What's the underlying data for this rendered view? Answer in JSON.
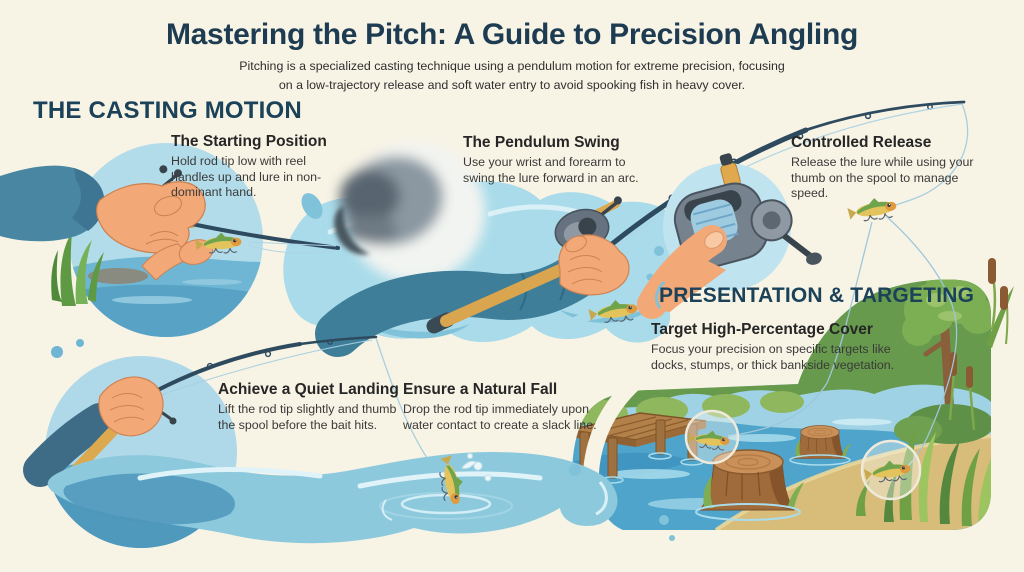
{
  "header": {
    "title": "Mastering the Pitch: A Guide to Precision Angling",
    "subtitle_line1": "Pitching is a specialized casting technique using a pendulum motion for extreme precision, focusing",
    "subtitle_line2": "on a low-trajectory release and soft water entry to avoid spooking fish in heavy cover."
  },
  "sections": [
    {
      "heading": "THE CASTING MOTION"
    },
    {
      "heading": "PRESENTATION & TARGETING"
    }
  ],
  "steps": [
    {
      "title": "The Starting Position",
      "body": "Hold rod tip low with reel handles up and lure in non-dominant hand."
    },
    {
      "title": "The Pendulum Swing",
      "body": "Use your wrist and forearm to swing the lure forward in an arc."
    },
    {
      "title": "Controlled Release",
      "body": "Release the lure while using your thumb on the spool to manage speed."
    },
    {
      "title": "Achieve a Quiet Landing",
      "body": "Lift the rod tip slightly and thumb the spool before the bait hits."
    },
    {
      "title": "Ensure a Natural Fall",
      "body": "Drop the rod tip immediately upon water contact to create a slack line."
    },
    {
      "title": "Target High-Percentage Cover",
      "body": "Focus your precision on specific targets like docks, stumps, or thick bankside vegetation."
    }
  ],
  "palette": {
    "background": "#F7F3E5",
    "heading_navy": "#1B4259",
    "body_text": "#3A3A3A",
    "water_light": "#A9DBEA",
    "water_deep": "#4E97BB",
    "sleeve_teal": "#3F7E99",
    "skin": "#F2A877",
    "rod_navy": "#2E4A5E",
    "handle_tan": "#DCA94F",
    "lure_green": "#6FA34C",
    "lure_yellow": "#E3C45C",
    "wood_brown": "#A06B3B",
    "foliage_green": "#7CAE54",
    "sand": "#D8BC7A"
  }
}
